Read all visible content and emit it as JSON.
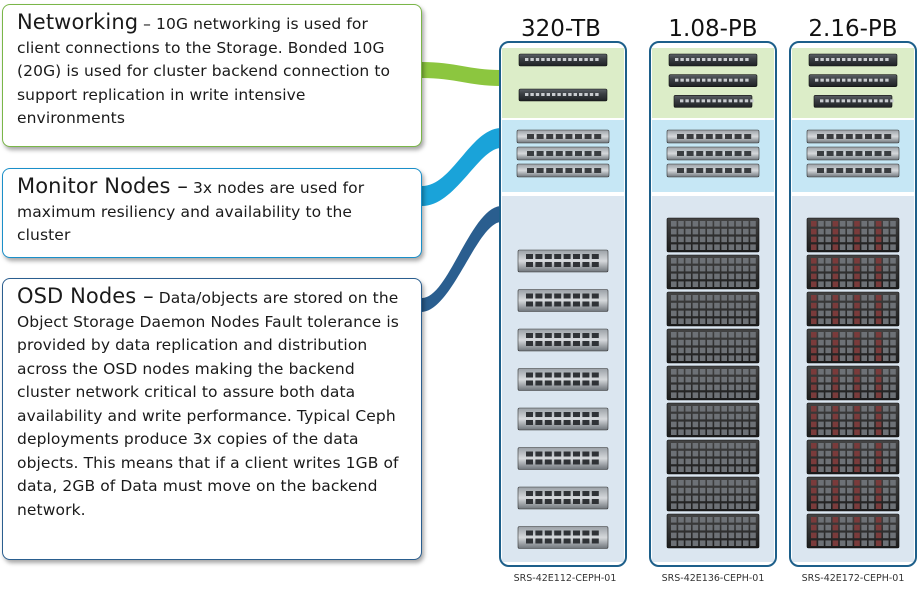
{
  "colors": {
    "networking": "#8cc63f",
    "monitor": "#1aa3d9",
    "osd": "#2a5e8f"
  },
  "descriptions": [
    {
      "heading": "Networking",
      "lead": " – 10G networking is used for client connections to the Storage.",
      "text": "Bonded 10G (20G) is used for cluster backend connection to support replication in write intensive environments"
    },
    {
      "heading": "Monitor Nodes –",
      "lead": " 3x nodes are used for maximum resiliency and availability to the cluster",
      "text": ""
    },
    {
      "heading": "OSD Nodes –",
      "lead": " Data/objects are stored on the Object Storage Daemon Nodes Fault tolerance is provided by data replication and distribution across the OSD nodes making the backend cluster network critical to assure both data availability and write performance. Typical Ceph deployments produce 3x copies of the data objects. This means that if a client writes 1GB of data, 2GB of Data must move on the backend network.",
      "text": ""
    }
  ],
  "racks": [
    {
      "capacity": "320-TB",
      "sku": "SRS-42E112-CEPH-01",
      "switches": 2,
      "monitors": 3,
      "osd_nodes": 8,
      "osd_node_size": "2U"
    },
    {
      "capacity": "1.08-PB",
      "sku": "SRS-42E136-CEPH-01",
      "switches": 3,
      "monitors": 3,
      "osd_nodes": 9,
      "osd_node_size": "4U"
    },
    {
      "capacity": "2.16-PB",
      "sku": "SRS-42E172-CEPH-01",
      "switches": 3,
      "monitors": 3,
      "osd_nodes": 9,
      "osd_node_size": "4U"
    }
  ]
}
